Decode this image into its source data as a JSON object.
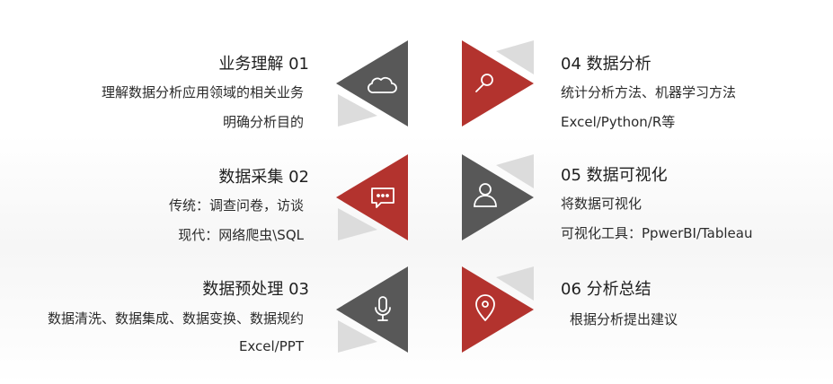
{
  "colors": {
    "gray": "#585858",
    "red": "#b3332e",
    "light": "#dcdcdc",
    "icon": "#ffffff"
  },
  "steps": [
    {
      "title": "业务理解  01",
      "lines": [
        "理解数据分析应用领域的相关业务",
        "明确分析目的"
      ],
      "icon": "cloud-icon"
    },
    {
      "title": "数据采集  02",
      "lines": [
        "传统：调查问卷，访谈",
        "现代：网络爬虫\\SQL"
      ],
      "icon": "chat-icon"
    },
    {
      "title": "数据预处理  03",
      "lines": [
        "数据清洗、数据集成、数据变换、数据规约",
        "Excel/PPT"
      ],
      "icon": "microphone-icon"
    },
    {
      "title": "04 数据分析",
      "lines": [
        "统计分析方法、机器学习方法",
        "Excel/Python/R等"
      ],
      "icon": "search-icon"
    },
    {
      "title": "05 数据可视化",
      "lines": [
        "将数据可视化",
        "可视化工具：PpwerBI/Tableau"
      ],
      "icon": "user-icon"
    },
    {
      "title": "06 分析总结",
      "lines": [
        "根据分析提出建议"
      ],
      "icon": "location-pin-icon"
    }
  ]
}
